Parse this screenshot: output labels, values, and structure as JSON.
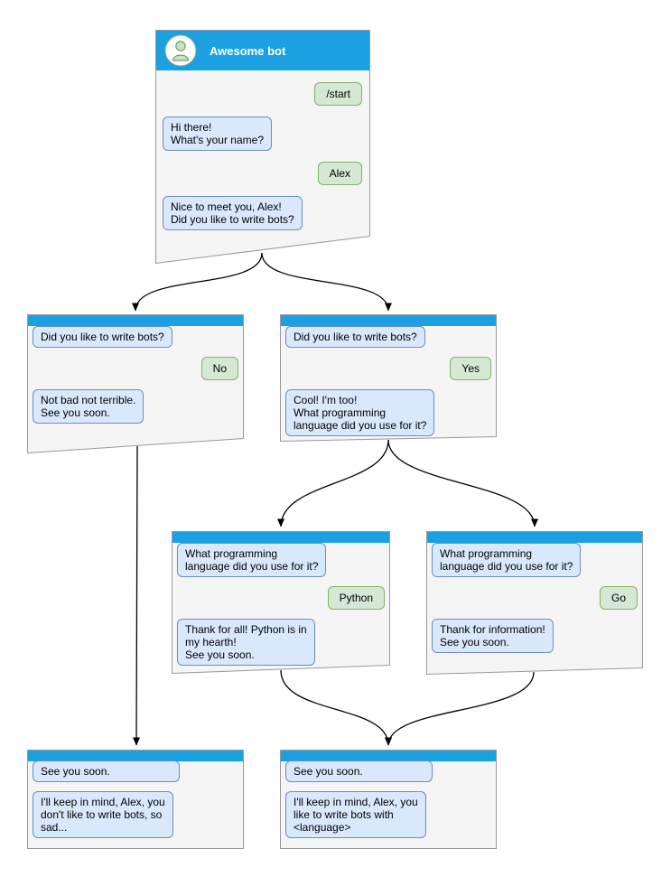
{
  "colors": {
    "header": "#1ba1e2",
    "window_bg": "#f5f5f5",
    "window_border": "#999999",
    "bot_bubble_bg": "#dae8fc",
    "bot_bubble_border": "#6c8ebf",
    "user_bubble_bg": "#d5e8d4",
    "user_bubble_border": "#82b366",
    "arrow": "#000000"
  },
  "windows": {
    "main": {
      "title": "Awesome bot",
      "messages": [
        {
          "side": "user",
          "text": "/start"
        },
        {
          "side": "bot",
          "text": "Hi there!\nWhat's your name?"
        },
        {
          "side": "user",
          "text": "Alex"
        },
        {
          "side": "bot",
          "text": "Nice to meet you, Alex!\nDid you like to write bots?"
        }
      ]
    },
    "no_branch": {
      "messages": [
        {
          "side": "bot",
          "text": "Did you like to write bots?"
        },
        {
          "side": "user",
          "text": "No"
        },
        {
          "side": "bot",
          "text": "Not bad not terrible.\nSee you soon."
        }
      ]
    },
    "yes_branch": {
      "messages": [
        {
          "side": "bot",
          "text": "Did you like to write bots?"
        },
        {
          "side": "user",
          "text": "Yes"
        },
        {
          "side": "bot",
          "text": "Cool! I'm too!\nWhat programming\nlanguage did you use for it?"
        }
      ]
    },
    "python_branch": {
      "messages": [
        {
          "side": "bot",
          "text": "What programming\nlanguage did you use for it?"
        },
        {
          "side": "user",
          "text": "Python"
        },
        {
          "side": "bot",
          "text": "Thank for all! Python is in\nmy hearth!\nSee you soon."
        }
      ]
    },
    "go_branch": {
      "messages": [
        {
          "side": "bot",
          "text": "What programming\nlanguage did you use for it?"
        },
        {
          "side": "user",
          "text": "Go"
        },
        {
          "side": "bot",
          "text": "Thank for information!\nSee you soon."
        }
      ]
    },
    "end_no": {
      "messages": [
        {
          "side": "bot",
          "text": "See you soon."
        },
        {
          "side": "bot",
          "text": "I'll keep in mind, Alex, you\ndon't like to write bots, so\nsad..."
        }
      ]
    },
    "end_yes": {
      "messages": [
        {
          "side": "bot",
          "text": "See you soon."
        },
        {
          "side": "bot",
          "text": "I'll keep in mind, Alex, you\nlike to write bots with\n<language>"
        }
      ]
    }
  }
}
